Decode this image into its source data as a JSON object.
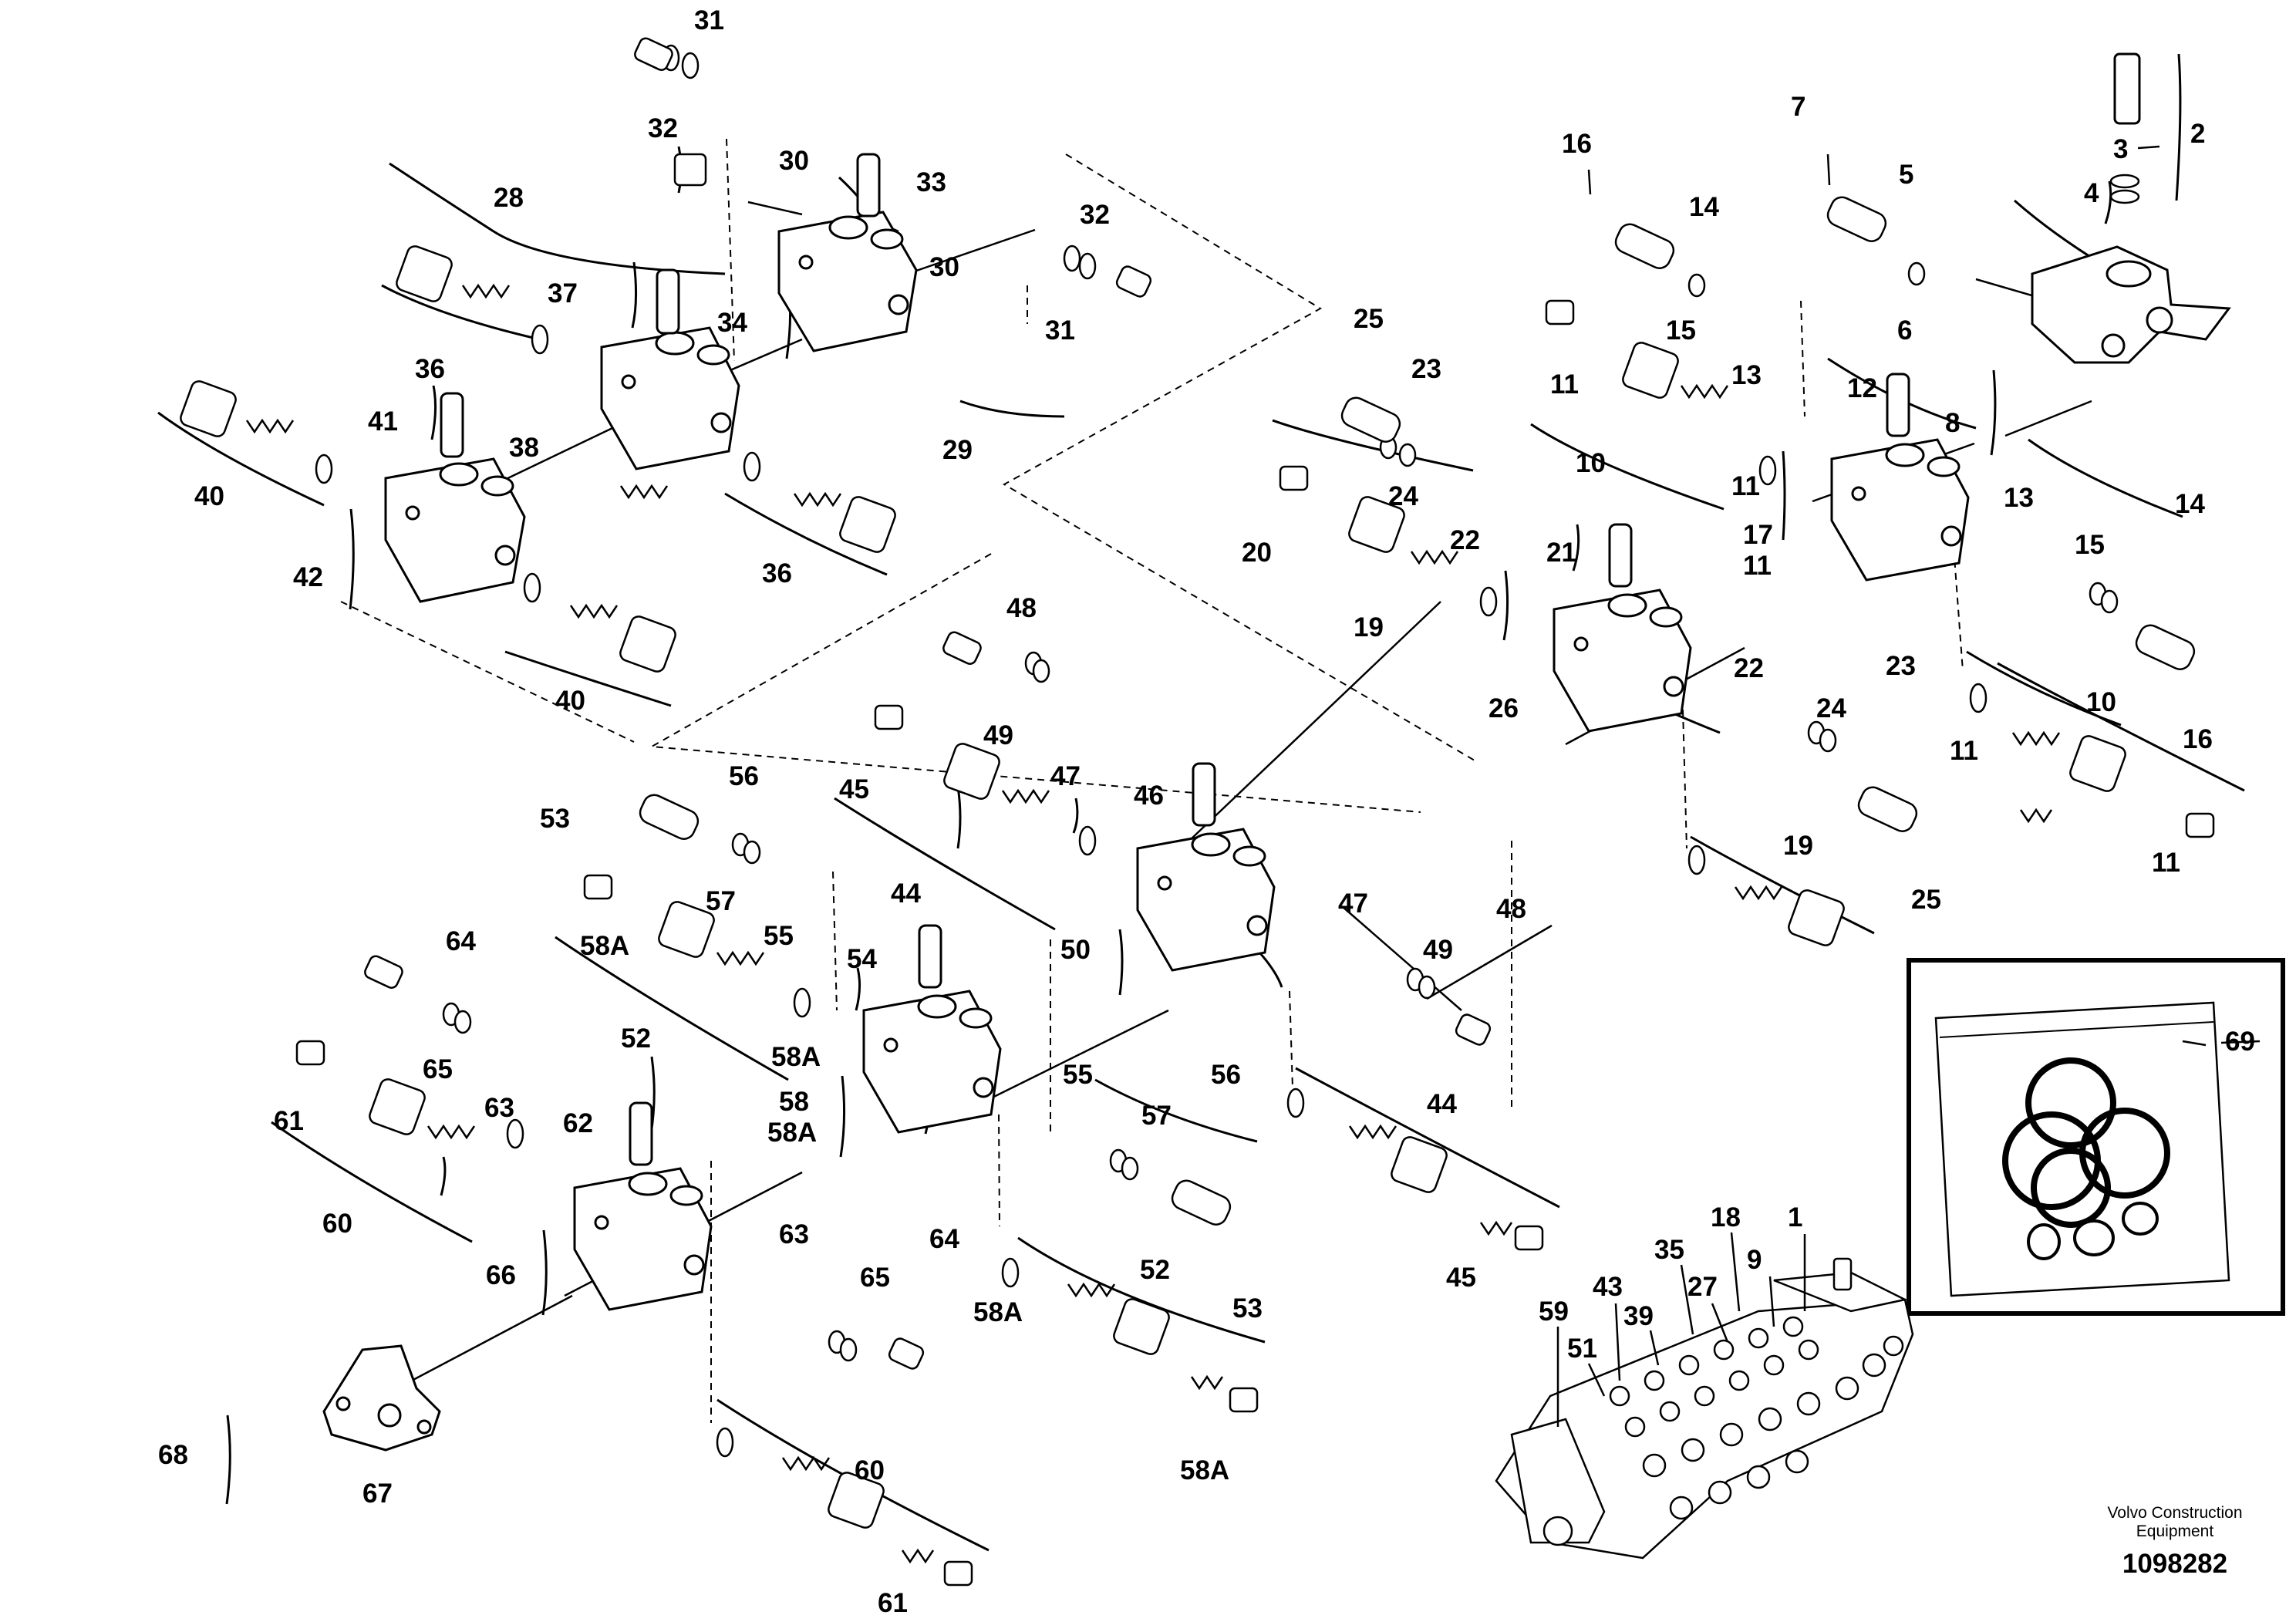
{
  "diagram": {
    "labels": [
      "31",
      "32",
      "28",
      "30",
      "33",
      "37",
      "34",
      "30",
      "32",
      "31",
      "29",
      "36",
      "41",
      "38",
      "40",
      "42",
      "36",
      "40",
      "7",
      "16",
      "14",
      "5",
      "2",
      "3",
      "4",
      "15",
      "13",
      "6",
      "11",
      "10",
      "11",
      "12",
      "8",
      "25",
      "23",
      "24",
      "22",
      "20",
      "19",
      "21",
      "17",
      "11",
      "13",
      "14",
      "15",
      "26",
      "22",
      "23",
      "24",
      "11",
      "10",
      "16",
      "19",
      "11",
      "25",
      "48",
      "49",
      "47",
      "45",
      "46",
      "44",
      "56",
      "53",
      "57",
      "55",
      "58A",
      "52",
      "58A",
      "54",
      "50",
      "47",
      "49",
      "48",
      "64",
      "65",
      "63",
      "61",
      "60",
      "62",
      "58",
      "58A",
      "55",
      "57",
      "56",
      "44",
      "45",
      "66",
      "63",
      "64",
      "65",
      "52",
      "58A",
      "53",
      "58A",
      "60",
      "61",
      "68",
      "67",
      "69",
      "18",
      "1",
      "35",
      "27",
      "9",
      "43",
      "39",
      "59",
      "51"
    ]
  },
  "footer": {
    "brand_line1": "Volvo Construction",
    "brand_line2": "Equipment",
    "drawing_number": "1098282"
  }
}
